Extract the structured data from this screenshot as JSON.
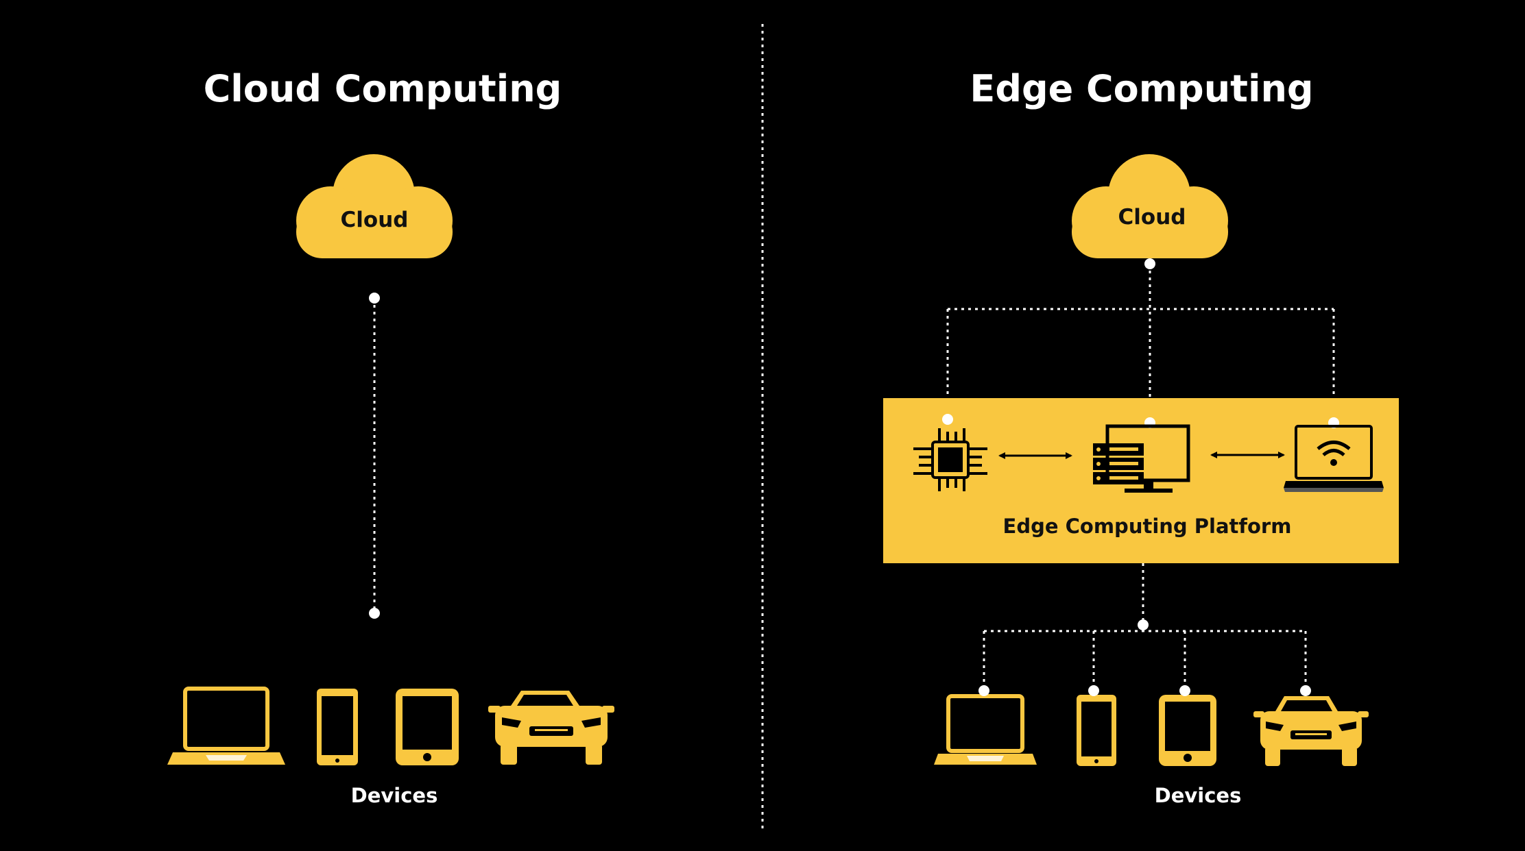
{
  "left": {
    "title": "Cloud Computing",
    "cloud_label": "Cloud",
    "devices_label": "Devices",
    "devices": [
      "laptop-icon",
      "smartphone-icon",
      "tablet-icon",
      "car-icon"
    ]
  },
  "right": {
    "title": "Edge Computing",
    "cloud_label": "Cloud",
    "platform_label": "Edge Computing Platform",
    "platform_icons": [
      "microchip-icon",
      "server-monitor-icon",
      "wifi-laptop-icon"
    ],
    "devices_label": "Devices",
    "devices": [
      "laptop-icon",
      "smartphone-icon",
      "tablet-icon",
      "car-icon"
    ]
  },
  "colors": {
    "background": "#000000",
    "accent": "#F9C740",
    "line": "#FFFFFF",
    "text_dark": "#111111"
  }
}
